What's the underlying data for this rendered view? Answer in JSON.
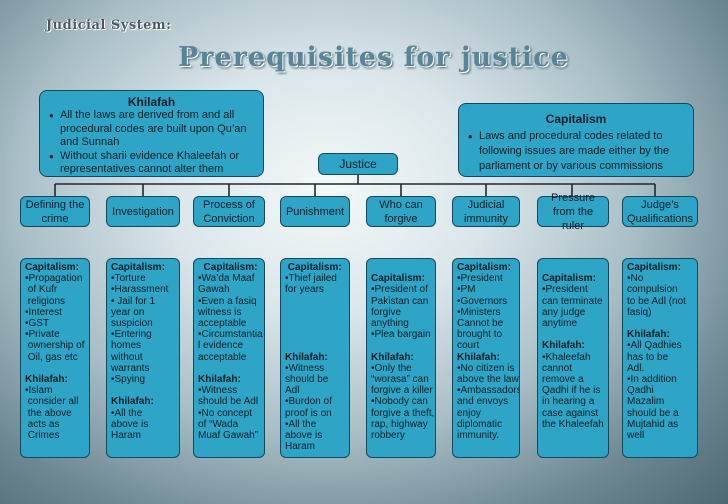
{
  "section_label": "Judicial System:",
  "title": "Prerequisites for justice",
  "center": "Justice",
  "khilafah_box": {
    "title": "Khilafah",
    "bullets": [
      "All the laws are derived from and all procedural codes are built upon Qu’an and Sunnah",
      "Without sharii evidence Khaleefah or representatives cannot alter them"
    ]
  },
  "capitalism_box": {
    "title": "Capitalism",
    "bullets": [
      "Laws and procedural codes related to following issues are made either by the parliament or by various commissions"
    ]
  },
  "columns": [
    {
      "header": "Defining the crime",
      "lines": [
        "Capitalism:",
        "•Propagation",
        " of Kufr",
        " religions",
        "•Interest",
        "•GST",
        "•Private",
        " ownership of",
        " Oil, gas etc",
        "",
        "Khilafah:",
        "•Islam",
        " consider all",
        " the above",
        " acts as",
        " Crimes"
      ]
    },
    {
      "header": "Investigation",
      "lines": [
        "Capitalism:",
        "•Torture",
        "•Harassment",
        "• Jail for 1",
        "year on",
        "suspicion",
        "•Entering",
        "homes",
        "without",
        "warrants",
        "•Spying",
        "",
        "Khilafah:",
        "•All the",
        "above is",
        "Haram"
      ]
    },
    {
      "header": "Process of Conviction",
      "lines": [
        "  Capitalism:",
        "•Wa’da Maaf",
        "Gawah",
        "•Even a fasiq",
        "witness is",
        "acceptable",
        "•Circumstantia",
        "l evidence",
        "acceptable",
        "",
        "Khilafah:",
        "•Witness",
        "should be Adl",
        "•No concept",
        "of “Wada",
        "Muaf Gawah”"
      ]
    },
    {
      "header": "Punishment",
      "lines": [
        " Capitalism:",
        "•Thief jailed",
        "for years",
        "",
        "",
        "",
        "",
        "",
        "Khilafah:",
        "•Witness",
        "should be",
        "Adl",
        "•Burdon of",
        "proof is on",
        "•All the",
        "above is",
        "Haram"
      ]
    },
    {
      "header": "Who can forgive",
      "lines": [
        "",
        "Capitalism:",
        "•President of",
        "Pakistan can",
        "forgive",
        "anything",
        "•Plea bargain",
        "",
        "Khilafah:",
        "•Only the",
        "“worasa” can",
        "forgive a killer",
        "•Nobody can",
        "forgive a theft,",
        "rap, highway",
        "robbery"
      ]
    },
    {
      "header": "Judicial immunity",
      "lines": [
        "Capitalism:",
        "•President",
        "•PM",
        "•Governors",
        "•Ministers",
        "Cannot be",
        "brought to",
        "court",
        "Khilafah:",
        "•No citizen is",
        "above the law",
        "•Ambassadors",
        "and envoys",
        "enjoy",
        "diplomatic",
        "immunity."
      ]
    },
    {
      "header": "Pressure from the ruler",
      "lines": [
        "",
        "Capitalism:",
        "•President",
        "can terminate",
        "any judge",
        "anytime",
        "",
        "Khilafah:",
        "•Khaleefah",
        "cannot",
        "remove a",
        "Qadhi if he is",
        "in hearing a",
        "case against",
        "the Khaleefah"
      ]
    },
    {
      "header": "Judge’s Qualifications",
      "lines": [
        "Capitalism:",
        "•No",
        "compulsion",
        "to be Adl (not",
        "fasiq)",
        "",
        "Khilafah:",
        "•All Qadhies",
        "has to be",
        "Adl.",
        "•In addition",
        "Qadhi",
        "Mazalim",
        "should be a",
        "Mujtahid as",
        "well"
      ]
    }
  ],
  "colors": {
    "box_fill": "#2ea4c6",
    "box_border": "#16485a",
    "connector": "#1c2a30"
  }
}
